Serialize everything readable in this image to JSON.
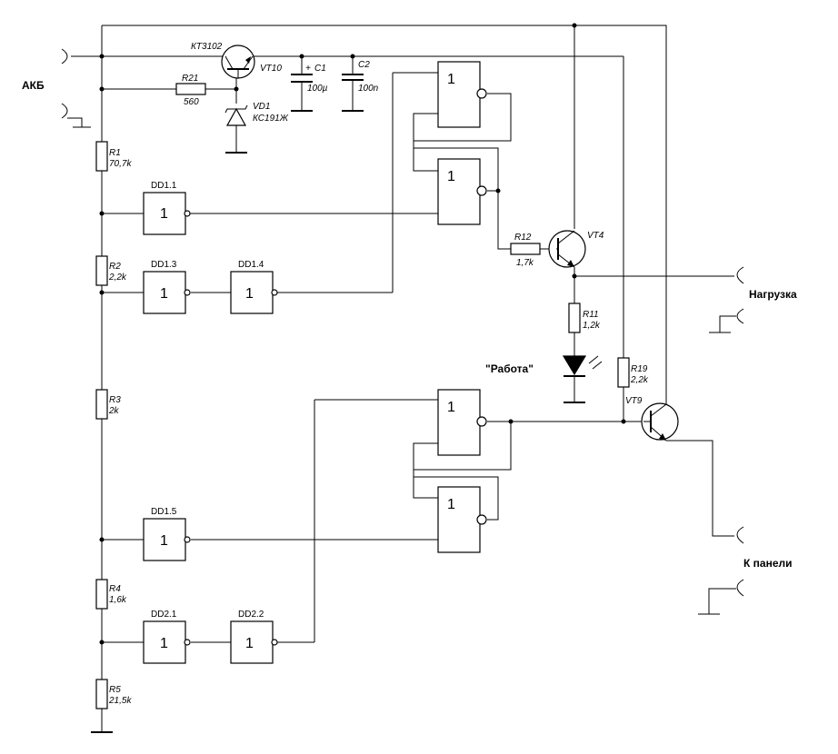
{
  "ports": {
    "akb": "АКБ",
    "load": "Нагрузка",
    "panel": "К панели"
  },
  "led_label": "\"Работа\"",
  "vt10": {
    "type": "КТ3102",
    "name": "VT10"
  },
  "vt4": {
    "name": "VT4"
  },
  "vt9": {
    "name": "VT9"
  },
  "vd1": {
    "name": "VD1",
    "type": "КС191Ж"
  },
  "c1": {
    "name": "C1",
    "value": "100µ",
    "polarity": "+"
  },
  "c2": {
    "name": "C2",
    "value": "100n"
  },
  "r21": {
    "name": "R21",
    "value": "560"
  },
  "r1": {
    "name": "R1",
    "value": "70,7k"
  },
  "r2": {
    "name": "R2",
    "value": "2,2k"
  },
  "r3": {
    "name": "R3",
    "value": "2k"
  },
  "r4": {
    "name": "R4",
    "value": "1,6k"
  },
  "r5": {
    "name": "R5",
    "value": "21,5k"
  },
  "r12": {
    "name": "R12",
    "value": "1,7k"
  },
  "r11": {
    "name": "R11",
    "value": "1,2k"
  },
  "r19": {
    "name": "R19",
    "value": "2,2k"
  },
  "gates": {
    "dd1_1": "DD1.1",
    "dd1_3": "DD1.3",
    "dd1_4": "DD1.4",
    "dd1_5": "DD1.5",
    "dd2_1": "DD2.1",
    "dd2_2": "DD2.2",
    "symbol": "1"
  }
}
